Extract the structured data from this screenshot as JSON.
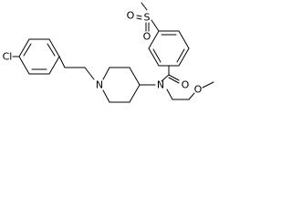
{
  "molecule": {
    "atoms": {
      "sulfur": "S",
      "sulfonyl_oxygen_left": "O",
      "sulfonyl_oxygen_bottom": "O",
      "amide_oxygen": "O",
      "amide_nitrogen": "N",
      "piperidine_nitrogen": "N",
      "ether_oxygen": "O",
      "chlorine": "Cl"
    }
  }
}
